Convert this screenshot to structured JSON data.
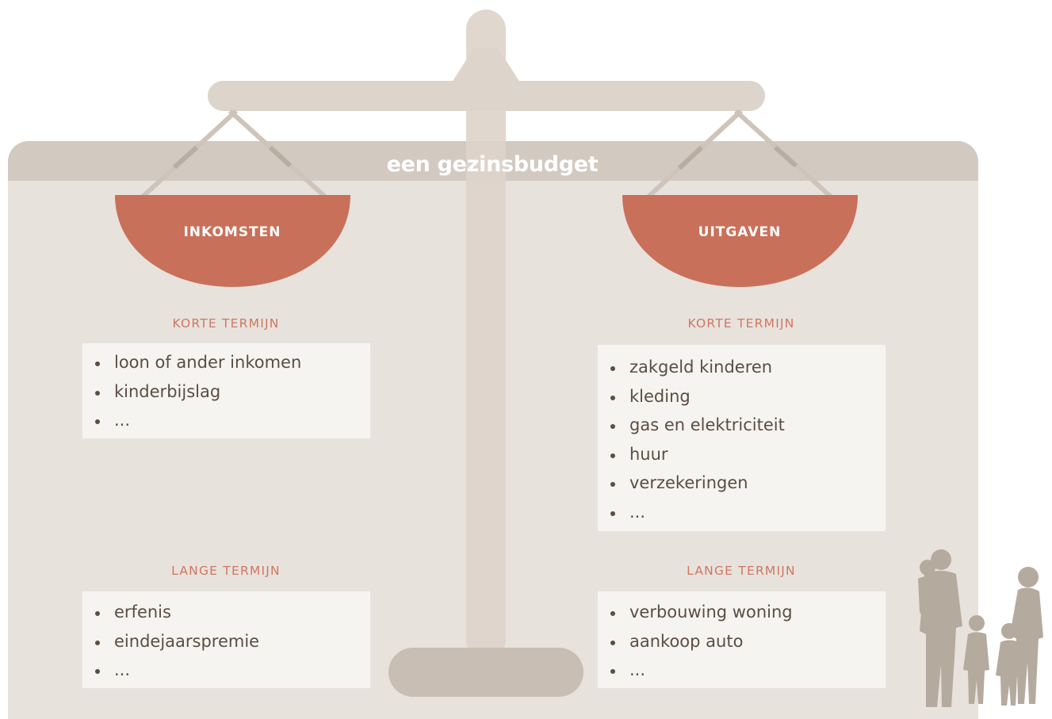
{
  "title": "een gezinsbudget",
  "colors": {
    "beam": "#ddd4cb",
    "panel": "#e8e2dd",
    "band": "#d2c9c1",
    "pan": "#c9705a",
    "term_label": "#cf7760",
    "list_bg": "#f6f4f0",
    "text": "#5b4d42",
    "family": "#b5aa9e"
  },
  "income": {
    "pan_label": "INKOMSTEN",
    "short": {
      "label": "KORTE TERMIJN",
      "items": [
        "loon of ander inkomen",
        "kinderbijslag",
        "..."
      ]
    },
    "long": {
      "label": "LANGE TERMIJN",
      "items": [
        "erfenis",
        "eindejaarspremie",
        "..."
      ]
    }
  },
  "expenses": {
    "pan_label": "UITGAVEN",
    "short": {
      "label": "KORTE TERMIJN",
      "items": [
        "zakgeld kinderen",
        "kleding",
        "gas en elektriciteit",
        "huur",
        "verzekeringen",
        "..."
      ]
    },
    "long": {
      "label": "LANGE TERMIJN",
      "items": [
        "verbouwing woning",
        "aankoop auto",
        "..."
      ]
    }
  },
  "decoration": {
    "family_icon": "family-silhouette-icon",
    "scale_icon": "balance-scale-icon"
  }
}
